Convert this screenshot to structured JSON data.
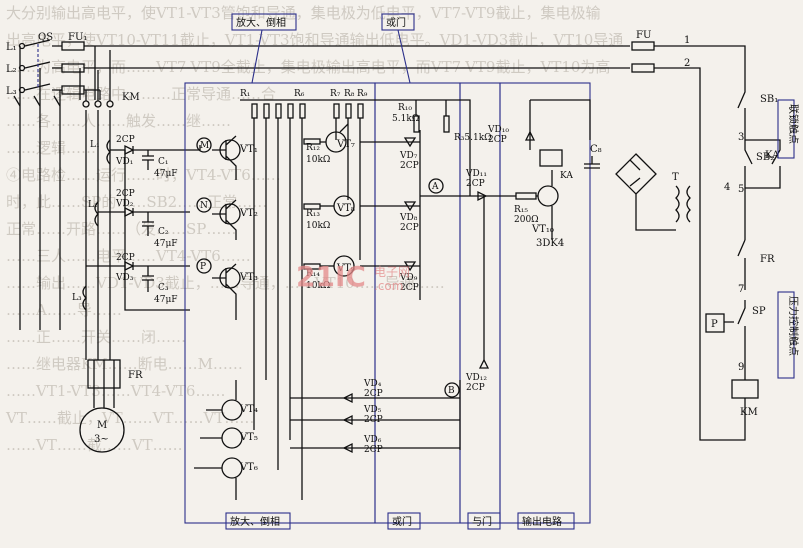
{
  "background_text": [
    "大分别输出高电平，使VT1-VT3管饱和导通，集电极为低电平，VT7-VT9截止，集电极输",
    "出高电平，使VT10-VT11截止，VT1-VT3饱和导通输出低电平。VD1-VD3截止，VT10导通",
    "……为高电平，而……VT7-VT9全截止，集电极输出高电平，而VT7-VT9截止，VT10为高",
    "……在逻辑电路中，……正常导通……合",
    "……各……人……触发……继……",
    "……逻辑……",
    "④电路检……运行……时，VT4-VT6……",
    "时，此……SP的……SB2……正常……",
    "正常……开路……（发……SP……",
    "……三人……电平……VT4-VT6……",
    "……输出……VD1-VD3截止，……导通，……VT10……导通……",
    "……A……导……",
    "……正……开关……闭……",
    "……继电器KM……断电……M……",
    "……VT1-VT3……VT4-VT6……",
    "VT……截止，VT……VT……VT……",
    "……VT……截……VT……"
  ],
  "labels": {
    "L1": "L₁",
    "L2": "L₂",
    "L3": "L₃",
    "QS": "QS",
    "FU1": "FU₁",
    "FU": "FU",
    "KM": "KM",
    "FR": "FR",
    "motor": "M",
    "motor_sub": "3~",
    "SB1": "SB₁",
    "SB2": "SB₂",
    "KA": "KA",
    "SP": "SP",
    "T": "T",
    "P": "P",
    "C1": "C₁",
    "C2": "C₂",
    "C3": "C₃",
    "C1_val": "47μF",
    "C2_val": "47μF",
    "C3_val": "47μF",
    "C8": "C₈",
    "La": "L₁",
    "Lb": "L₂",
    "Lc": "L₃",
    "VD1": "VD₁",
    "VD2": "VD₂",
    "VD3": "VD₃",
    "VD1_t": "2CP",
    "VD2_t": "2CP",
    "VD3_t": "2CP",
    "R1": "R₁",
    "R6": "R₆",
    "R7": "R₇",
    "R8": "R₈",
    "R9": "R₉",
    "R10": "R₁₀",
    "R10_v": "5.1kΩ",
    "R3": "R₃5.1kΩ",
    "R12": "R₁₂",
    "R12_v": "10kΩ",
    "R13": "R₁₃",
    "R13_v": "10kΩ",
    "R14": "R₁₄",
    "R14_v": "10kΩ",
    "R15": "R₁₅",
    "R15_v": "200Ω",
    "VT1": "VT₁",
    "VT2": "VT₂",
    "VT3": "VT₃",
    "VT4": "VT₄",
    "VT5": "VT₅",
    "VT6": "VT₆",
    "VT7": "VT₇",
    "VT8": "VT₈",
    "VT9": "VT₉",
    "VT10": "VT₁₀",
    "VT10_t": "3DK4",
    "VD4": "VD₄",
    "VD5": "VD₅",
    "VD6": "VD₆",
    "VD7": "VD₇",
    "VD8": "VD₈",
    "VD9": "VD₉",
    "VD10": "VD₁₀",
    "VD11": "VD₁₁",
    "VD12": "VD₁₂",
    "VD4_t": "2CP",
    "VD5_t": "2CP",
    "VD6_t": "2CP",
    "VD7_t": "2CP",
    "VD8_t": "2CP",
    "VD9_t": "2CP",
    "VD10_t": "2CP",
    "VD11_t": "2CP",
    "VD12_t": "2CP",
    "nodeM": "M",
    "nodeN": "N",
    "nodeP": "P",
    "nodeA": "A",
    "nodeB": "B",
    "n1": "1",
    "n2": "2",
    "n3": "3",
    "n4": "4",
    "n5": "5",
    "n7": "7",
    "n9": "9"
  },
  "callouts": {
    "top_amp": "放大、倒相",
    "top_or": "或门",
    "bottom_amp": "放大、倒相",
    "bottom_or": "或门",
    "bottom_and": "与门",
    "bottom_out": "输出电路",
    "self_lock": "联锁触点",
    "pressure": "压力控制触点"
  },
  "watermark": {
    "main": "21IC",
    "sub": "电子网",
    "domain": ".com"
  }
}
